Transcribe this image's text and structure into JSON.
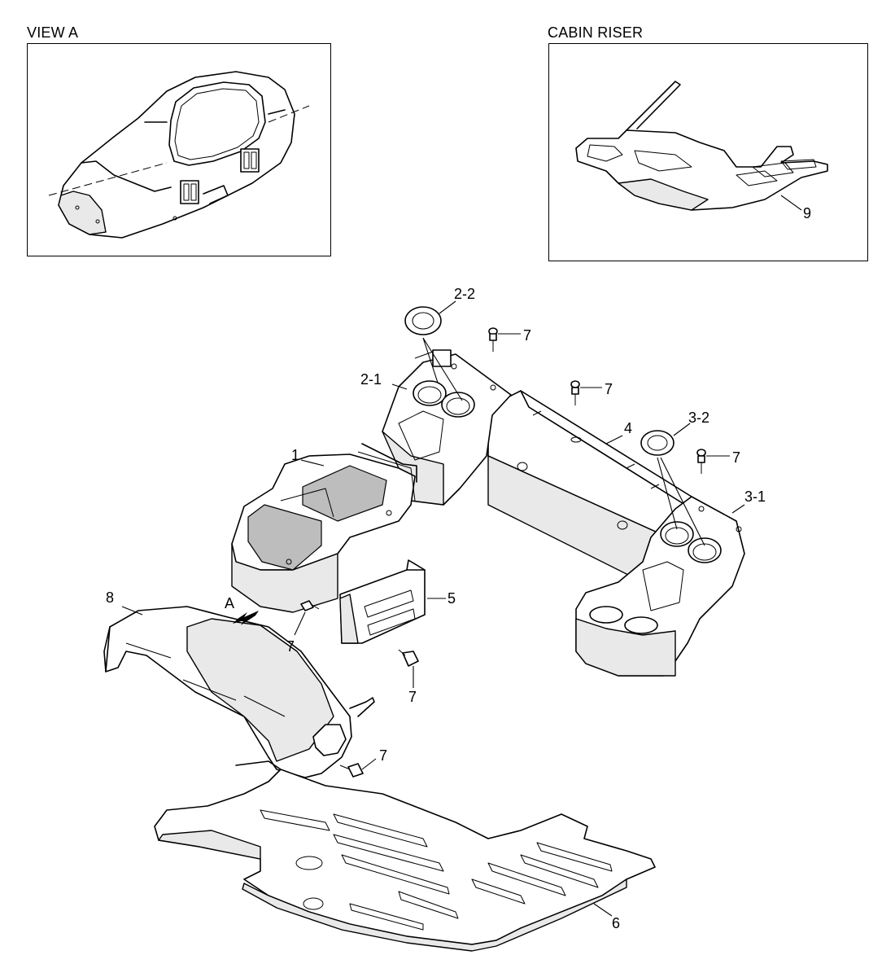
{
  "view_a": {
    "title": "VIEW A"
  },
  "cabin_riser": {
    "title": "CABIN RISER",
    "callout": "9"
  },
  "main": {
    "callouts": {
      "c1": "1",
      "c2_1": "2-1",
      "c2_2": "2-2",
      "c3_1": "3-1",
      "c3_2": "3-2",
      "c4": "4",
      "c5": "5",
      "c6": "6",
      "c7": "7",
      "c8": "8",
      "arrow_a": "A"
    }
  }
}
